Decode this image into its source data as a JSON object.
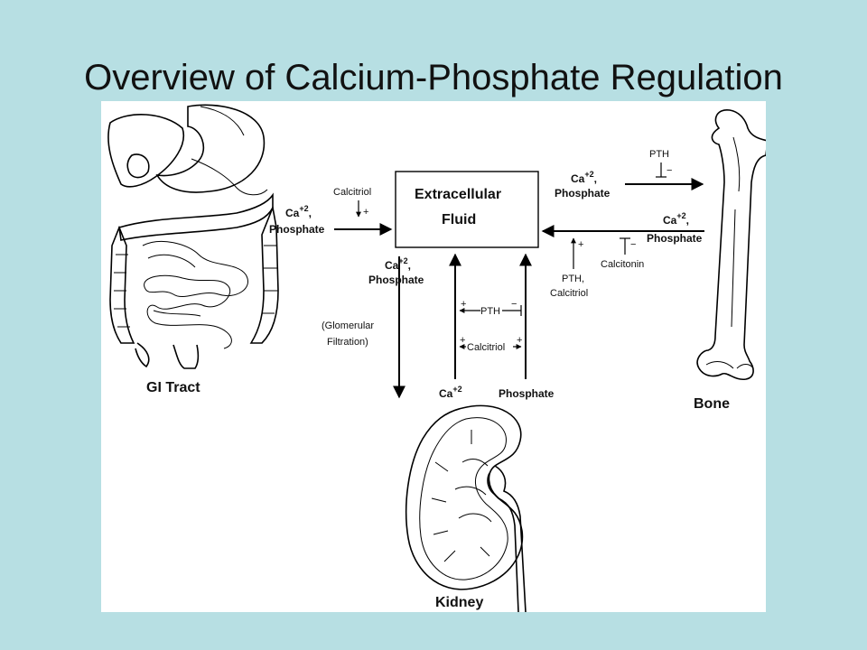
{
  "title": "Overview of Calcium-Phosphate Regulation",
  "box": {
    "line1": "Extracellular",
    "line2": "Fluid"
  },
  "organs": {
    "gi": "GI Tract",
    "bone": "Bone",
    "kidney": "Kidney"
  },
  "labels": {
    "ca": "Ca",
    "ca_sup": "+2",
    "comma": ",",
    "phosphate": "Phosphate",
    "calcitriol": "Calcitriol",
    "pth": "PTH",
    "pth_comma": "PTH,",
    "calcitonin": "Calcitonin",
    "glomerular_line1": "(Glomerular",
    "glomerular_line2": "Filtration)",
    "plus": "+",
    "minus": "−"
  }
}
